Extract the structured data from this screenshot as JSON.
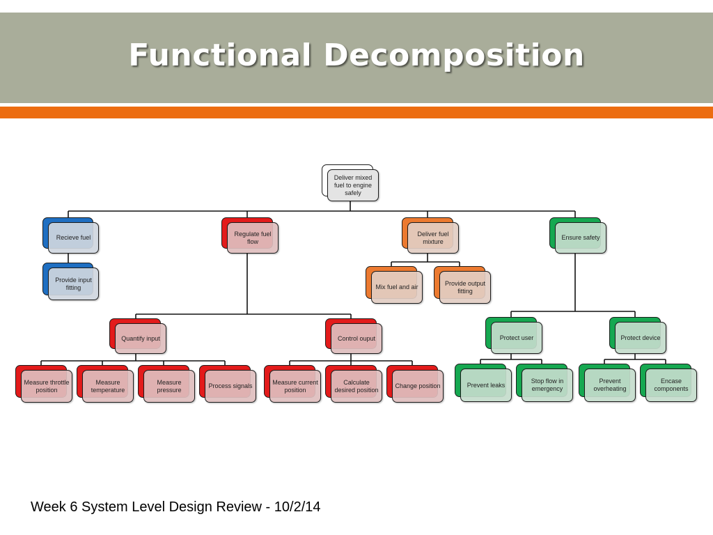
{
  "slide": {
    "title": "Functional Decomposition",
    "footer": "Week 6 System Level Design Review - 10/2/14"
  },
  "colors": {
    "title_band": "#a9ad9a",
    "accent_bar": "#ec6c10",
    "blue": "#1f6fc2",
    "red": "#e31b1b",
    "orange": "#ec7a30",
    "green": "#16a851"
  },
  "tree": {
    "root": "Deliver mixed fuel to engine safely",
    "receive": "Recieve fuel",
    "provide_input": "Provide input fitting",
    "regulate": "Regulate fuel flow",
    "quantify": "Quantify input",
    "measure_throttle": "Measure throttle position",
    "measure_temp": "Measure temperature",
    "measure_pressure": "Measure pressure",
    "process_signals": "Process signals",
    "control_output": "Control ouput",
    "measure_current": "Measure current position",
    "calc_desired": "Calculate desired position",
    "change_position": "Change position",
    "deliver_mixture": "Deliver fuel mixture",
    "mix": "Mix fuel and air",
    "provide_output": "Provide output fitting",
    "ensure_safety": "Ensure safety",
    "protect_user": "Protect user",
    "prevent_leaks": "Prevent leaks",
    "stop_flow": "Stop flow in emergency",
    "protect_device": "Protect device",
    "prevent_overheat": "Prevent overheating",
    "encase": "Encase components"
  }
}
